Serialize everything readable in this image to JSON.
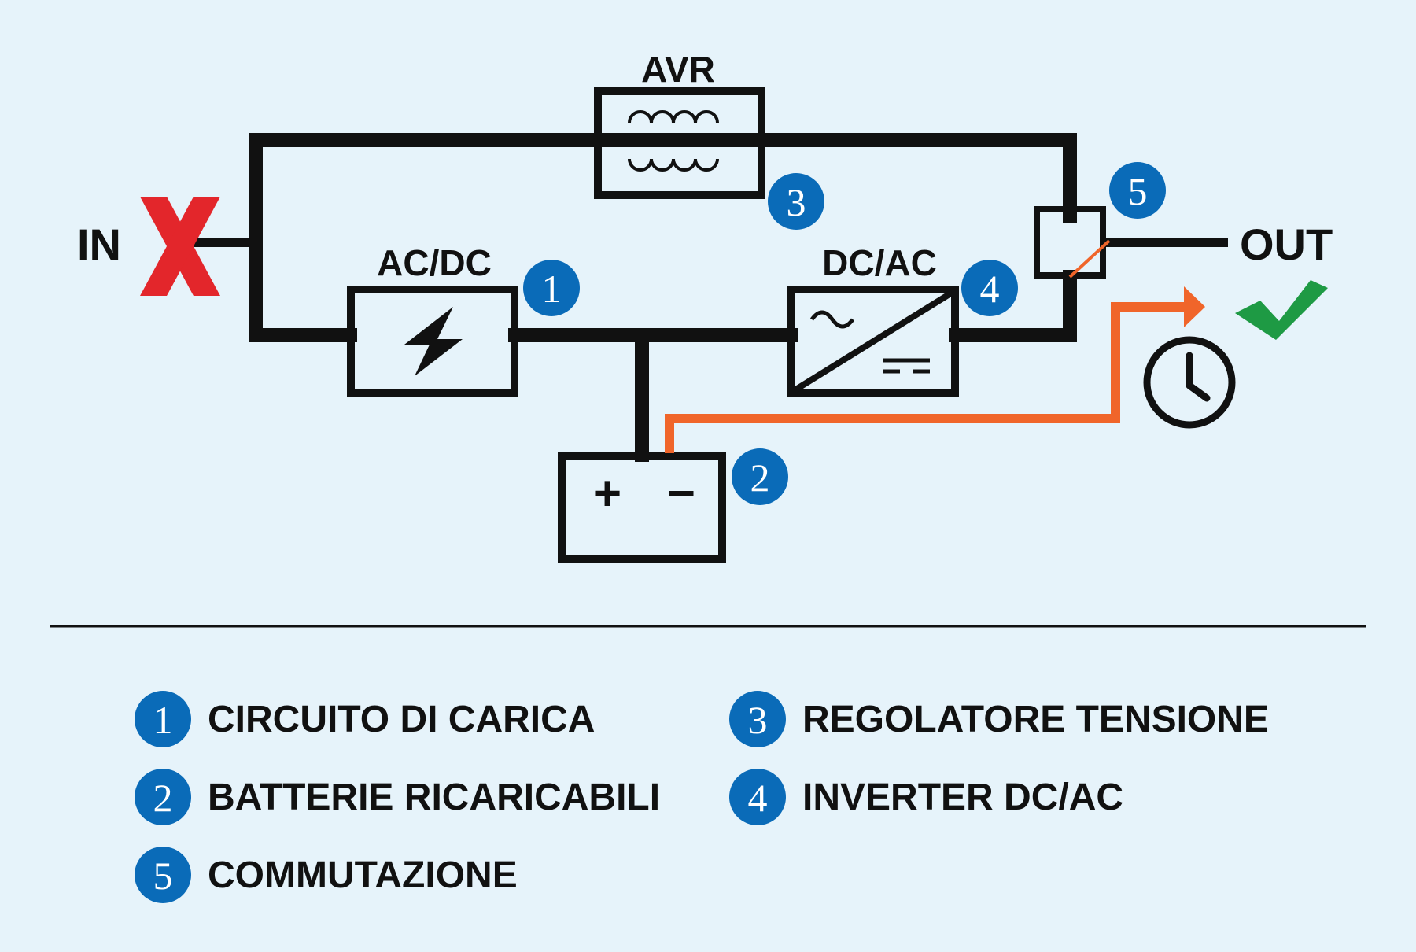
{
  "colors": {
    "background": "#e6f3fa",
    "line": "#111111",
    "badge": "#0a6bb8",
    "cross": "#e3262b",
    "check": "#1e9a44",
    "signal": "#f0652a"
  },
  "labels": {
    "in": "IN",
    "out": "OUT",
    "avr": "AVR",
    "acdc": "AC/DC",
    "dcac": "DC/AC",
    "battery_plus": "+",
    "battery_minus": "−"
  },
  "badges": {
    "acdc": "1",
    "battery": "2",
    "avr": "3",
    "inverter": "4",
    "switch": "5"
  },
  "legend": [
    {
      "num": "1",
      "text": "CIRCUITO DI CARICA"
    },
    {
      "num": "2",
      "text": "BATTERIE RICARICABILI"
    },
    {
      "num": "5",
      "text": "COMMUTAZIONE"
    },
    {
      "num": "3",
      "text": "REGOLATORE TENSIONE"
    },
    {
      "num": "4",
      "text": "INVERTER DC/AC"
    }
  ],
  "icons": {
    "input_state": "x-cross-icon",
    "output_state": "checkmark-icon",
    "transfer_time": "clock-icon",
    "charger": "lightning-icon",
    "inverter_ac": "sine-wave-icon",
    "inverter_dc": "dc-symbol-icon",
    "avr_coils": "coil-icon"
  }
}
